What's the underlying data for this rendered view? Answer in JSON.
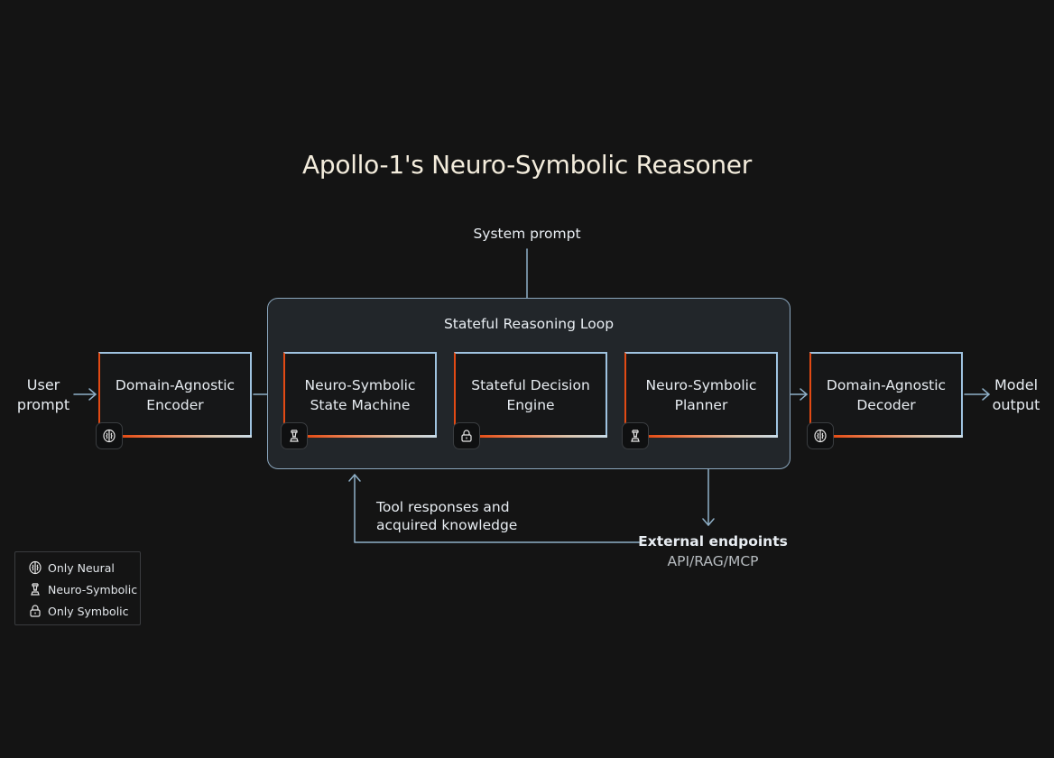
{
  "title": "Apollo-1's Neuro-Symbolic Reasoner",
  "system_prompt": "System prompt",
  "loop_label": "Stateful Reasoning Loop",
  "user_prompt": "User\nprompt",
  "model_output": "Model\noutput",
  "nodes": [
    {
      "label": "Domain-Agnostic\nEncoder",
      "icon": "brain-icon"
    },
    {
      "label": "Neuro-Symbolic\nState Machine",
      "icon": "chess-piece-icon"
    },
    {
      "label": "Stateful Decision\nEngine",
      "icon": "lock-icon"
    },
    {
      "label": "Neuro-Symbolic\nPlanner",
      "icon": "chess-piece-icon"
    },
    {
      "label": "Domain-Agnostic\nDecoder",
      "icon": "brain-icon"
    }
  ],
  "tool_responses": "Tool responses and\nacquired knowledge",
  "external_endpoints": {
    "title": "External endpoints",
    "subtitle": "API/RAG/MCP"
  },
  "legend": [
    {
      "label": "Only Neural",
      "icon": "brain-icon"
    },
    {
      "label": "Neuro-Symbolic",
      "icon": "chess-piece-icon"
    },
    {
      "label": "Only Symbolic",
      "icon": "lock-icon"
    }
  ],
  "colors": {
    "background": "#141414",
    "node_border": "#9fc3e0",
    "accent": "#e24a14",
    "connector": "#8fb0c8"
  }
}
